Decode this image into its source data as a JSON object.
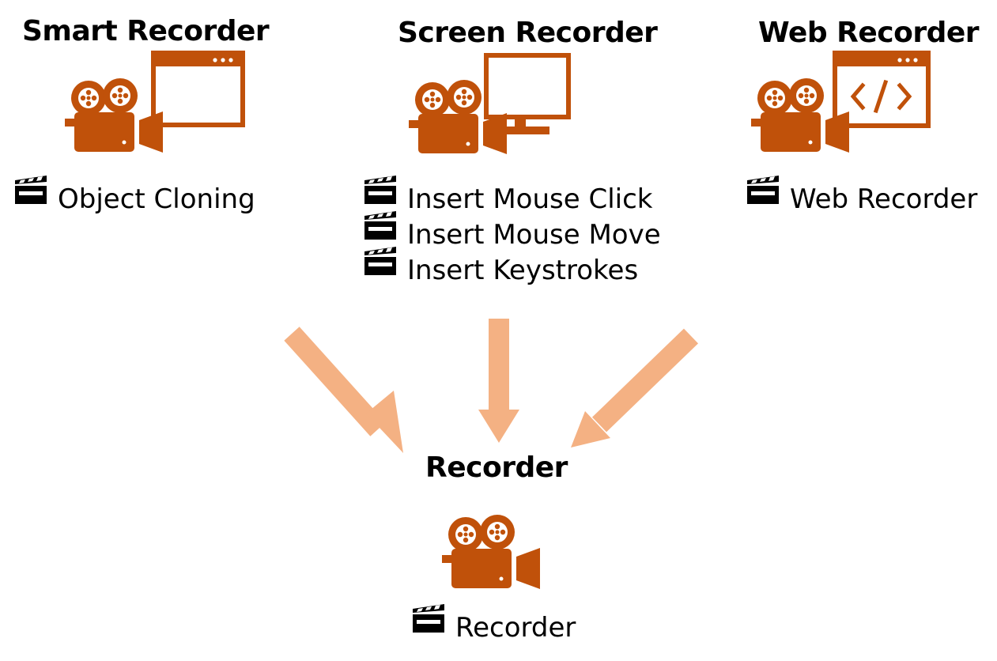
{
  "colors": {
    "accent": "#c0510a",
    "arrow": "#f4b183",
    "text": "#000000"
  },
  "nodes": [
    {
      "title": "Smart Recorder",
      "icon": "camera-window-icon",
      "items": [
        "Object Cloning"
      ]
    },
    {
      "title": "Screen Recorder",
      "icon": "camera-monitor-icon",
      "items": [
        "Insert Mouse Click",
        "Insert Mouse Move",
        "Insert Keystrokes"
      ]
    },
    {
      "title": "Web Recorder",
      "icon": "camera-code-window-icon",
      "items": [
        "Web Recorder"
      ]
    },
    {
      "title": "Recorder",
      "icon": "camera-icon",
      "items": [
        "Recorder"
      ]
    }
  ]
}
